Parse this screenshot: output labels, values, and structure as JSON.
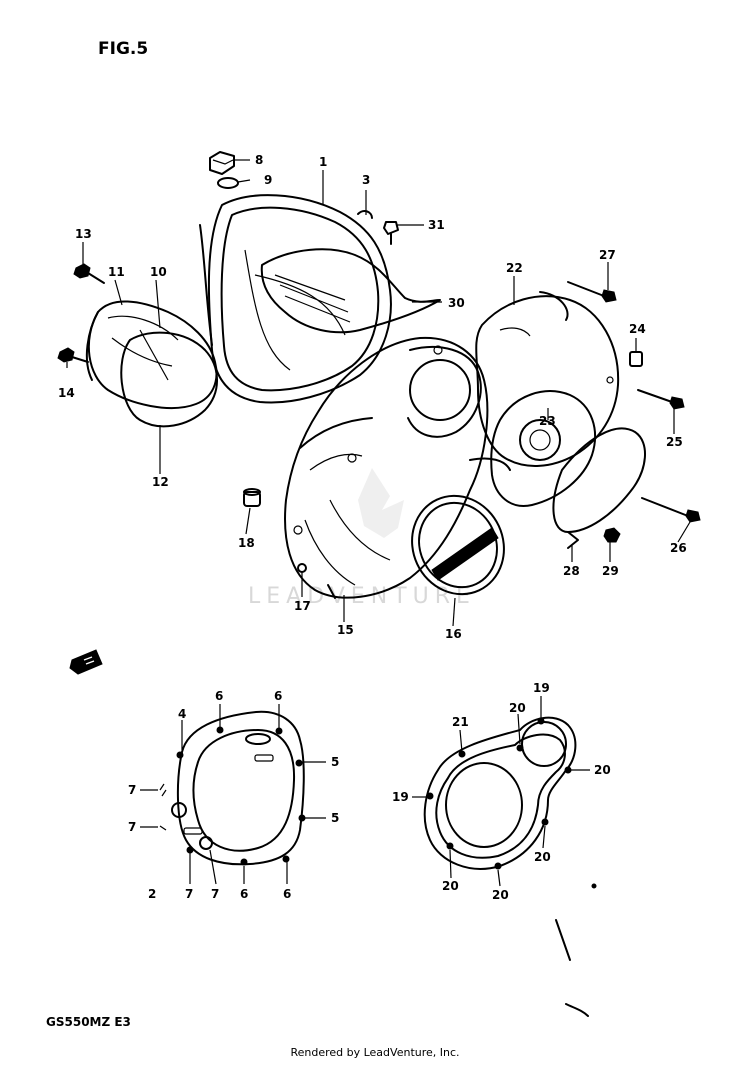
{
  "figure": {
    "title": "FIG.5",
    "model_code": "GS550MZ  E3"
  },
  "watermark": {
    "text": "LEADVENTURE"
  },
  "footer": {
    "text": "Rendered by LeadVenture, Inc."
  },
  "callouts": [
    {
      "id": "c8",
      "text": "8"
    },
    {
      "id": "c9",
      "text": "9"
    },
    {
      "id": "c1",
      "text": "1"
    },
    {
      "id": "c3",
      "text": "3"
    },
    {
      "id": "c31",
      "text": "31"
    },
    {
      "id": "c13",
      "text": "13"
    },
    {
      "id": "c11",
      "text": "11"
    },
    {
      "id": "c10",
      "text": "10"
    },
    {
      "id": "c14",
      "text": "14"
    },
    {
      "id": "c12",
      "text": "12"
    },
    {
      "id": "c30",
      "text": "30"
    },
    {
      "id": "c22",
      "text": "22"
    },
    {
      "id": "c27",
      "text": "27"
    },
    {
      "id": "c24",
      "text": "24"
    },
    {
      "id": "c25",
      "text": "25"
    },
    {
      "id": "c23",
      "text": "23"
    },
    {
      "id": "c26",
      "text": "26"
    },
    {
      "id": "c28",
      "text": "28"
    },
    {
      "id": "c29",
      "text": "29"
    },
    {
      "id": "c18",
      "text": "18"
    },
    {
      "id": "c17",
      "text": "17"
    },
    {
      "id": "c15",
      "text": "15"
    },
    {
      "id": "c16",
      "text": "16"
    },
    {
      "id": "g6a",
      "text": "6"
    },
    {
      "id": "g6b",
      "text": "6"
    },
    {
      "id": "g4",
      "text": "4"
    },
    {
      "id": "g5a",
      "text": "5"
    },
    {
      "id": "g5b",
      "text": "5"
    },
    {
      "id": "g7a",
      "text": "7"
    },
    {
      "id": "g7b",
      "text": "7"
    },
    {
      "id": "g2",
      "text": "2"
    },
    {
      "id": "g7c",
      "text": "7"
    },
    {
      "id": "g7d",
      "text": "7"
    },
    {
      "id": "g6c",
      "text": "6"
    },
    {
      "id": "g6d",
      "text": "6"
    },
    {
      "id": "r19a",
      "text": "19"
    },
    {
      "id": "r21",
      "text": "21"
    },
    {
      "id": "r20a",
      "text": "20"
    },
    {
      "id": "r20b",
      "text": "20"
    },
    {
      "id": "r19b",
      "text": "19"
    },
    {
      "id": "r20c",
      "text": "20"
    },
    {
      "id": "r20d",
      "text": "20"
    },
    {
      "id": "r20e",
      "text": "20"
    }
  ]
}
